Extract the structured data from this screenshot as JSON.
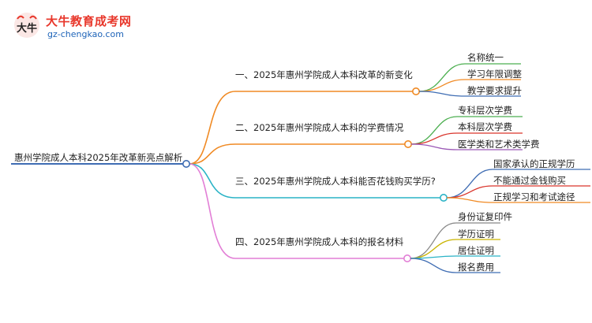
{
  "brand": {
    "name": "大牛教育成考网",
    "url": "gz-chengkao.com",
    "logo_text": "大牛"
  },
  "colors": {
    "root_line": "#3f6db3",
    "branch1": "#f08a24",
    "branch2": "#f08a24",
    "branch3": "#2ab3c6",
    "branch4": "#e27fd6"
  },
  "root": {
    "label": "惠州学院成人本科2025年改革新亮点解析"
  },
  "branches": [
    {
      "label": "一、2025年惠州学院成人本科改革的新变化",
      "leaves": [
        {
          "label": "名称统一",
          "color": "#4caf50"
        },
        {
          "label": "学习年限调整",
          "color": "#f08a24"
        },
        {
          "label": "教学要求提升",
          "color": "#3f6db3"
        }
      ]
    },
    {
      "label": "二、2025年惠州学院成人本科的学费情况",
      "leaves": [
        {
          "label": "专科层次学费",
          "color": "#4caf50"
        },
        {
          "label": "本科层次学费",
          "color": "#d9342b"
        },
        {
          "label": "医学类和艺术类学费",
          "color": "#9b59b6"
        }
      ]
    },
    {
      "label": "三、2025年惠州学院成人本科能否花钱购买学历?",
      "leaves": [
        {
          "label": "国家承认的正规学历",
          "color": "#3f6db3"
        },
        {
          "label": "不能通过金钱购买",
          "color": "#d9342b"
        },
        {
          "label": "正规学习和考试途径",
          "color": "#f08a24"
        }
      ]
    },
    {
      "label": "四、2025年惠州学院成人本科的报名材料",
      "leaves": [
        {
          "label": "身份证复印件",
          "color": "#888888"
        },
        {
          "label": "学历证明",
          "color": "#c9b400"
        },
        {
          "label": "居住证明",
          "color": "#2ab3c6"
        },
        {
          "label": "报名费用",
          "color": "#3f6db3"
        }
      ]
    }
  ]
}
